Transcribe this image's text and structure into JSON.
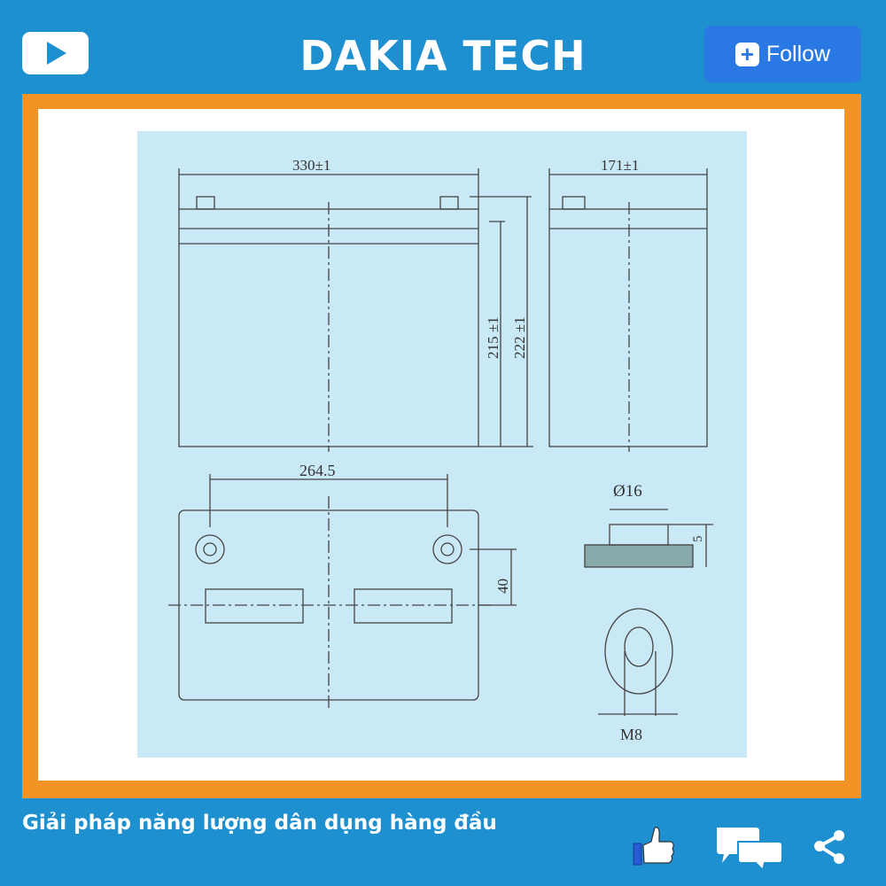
{
  "header": {
    "title": "DAKIA TECH",
    "follow_label": "Follow"
  },
  "drawing": {
    "width_label": "330±1",
    "depth_label": "171±1",
    "height_label_1": "215 ±1",
    "height_label_2": "222 ±1",
    "terminal_spacing": "264.5",
    "terminal_offset": "40",
    "terminal_diameter": "Ø16",
    "terminal_height": "5",
    "thread": "M8"
  },
  "footer": {
    "caption": "Giải pháp năng lượng dân dụng hàng đầu"
  },
  "colors": {
    "background": "#1e90cf",
    "frame": "#f39325",
    "follow": "#2a78e4",
    "drawing_bg": "#c9e9f7"
  }
}
